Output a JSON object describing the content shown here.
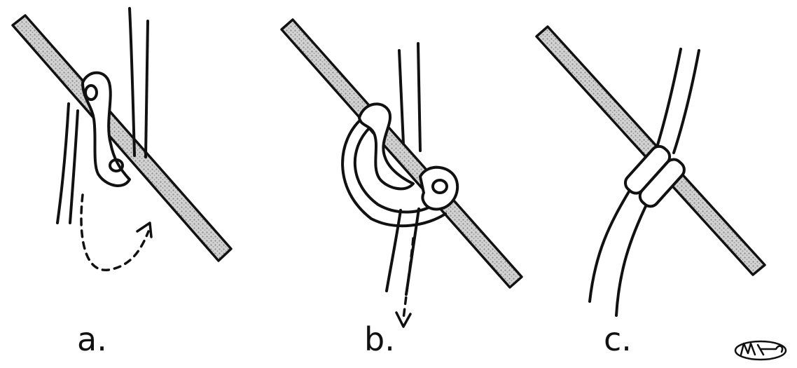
{
  "panels": [
    {
      "label": "a."
    },
    {
      "label": "b."
    },
    {
      "label": "c."
    }
  ],
  "signature": "MC",
  "colors": {
    "ink": "#111111",
    "pole": "#b9b9b9",
    "background": "#ffffff"
  }
}
